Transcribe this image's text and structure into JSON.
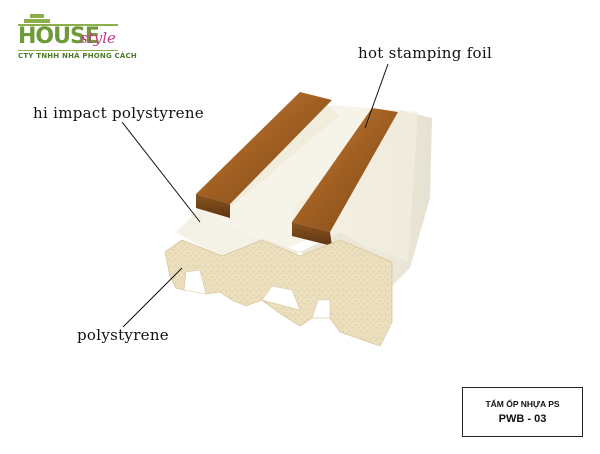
{
  "logo": {
    "word": "HOUSE",
    "style": "style",
    "subtitle": "CTY TNHH NHÀ PHONG CÁCH"
  },
  "labels": {
    "top_layer": "hot stamping foil",
    "middle_layer": "hi impact polystyrene",
    "core_layer": "polystyrene"
  },
  "product": {
    "name": "TẤM ỐP NHỰA PS",
    "code": "PWB - 03"
  },
  "colors": {
    "foil": "#a86a2a",
    "hips": "#f4f1e6",
    "core": "#eadcb8",
    "logo_green": "#6f9a3a",
    "logo_pink": "#c8338a"
  }
}
